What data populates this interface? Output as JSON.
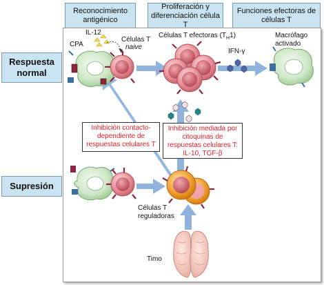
{
  "headers": {
    "col1": "Reconocimiento antigénico",
    "col2": "Proliferación y diferenciación célula T",
    "col3": "Funciones efectoras de células T"
  },
  "rows": {
    "normal": "Respuesta normal",
    "suppression": "Supresión"
  },
  "labels": {
    "apc": "CPA",
    "il12": "IL-12",
    "naive_cells": "Células T",
    "naive_word": "naive",
    "effector_cells": "Células T efectoras (T",
    "effector_sub": "H",
    "effector_end": "1)",
    "ifn": "IFN-γ",
    "macrophage": "Macrófago activado",
    "treg": "Células T reguladoras",
    "thymus": "Timo"
  },
  "boxes": {
    "contact": "Inhibición contacto-dependiente de respuestas celulares T",
    "cytokine": "Inhibición mediada por citoquinas de respuestas celulares T: IL-10, TGF-β"
  },
  "colors": {
    "header_bg": "#c9e4f0",
    "inhibition_text": "#e0202a",
    "arrow": "#8fb3dc",
    "apc_fill": "#cfe8c8",
    "tcell_fill": "#e88f9a",
    "treg_fill": "#f0a030",
    "thymus_fill": "#f5c8c0"
  }
}
